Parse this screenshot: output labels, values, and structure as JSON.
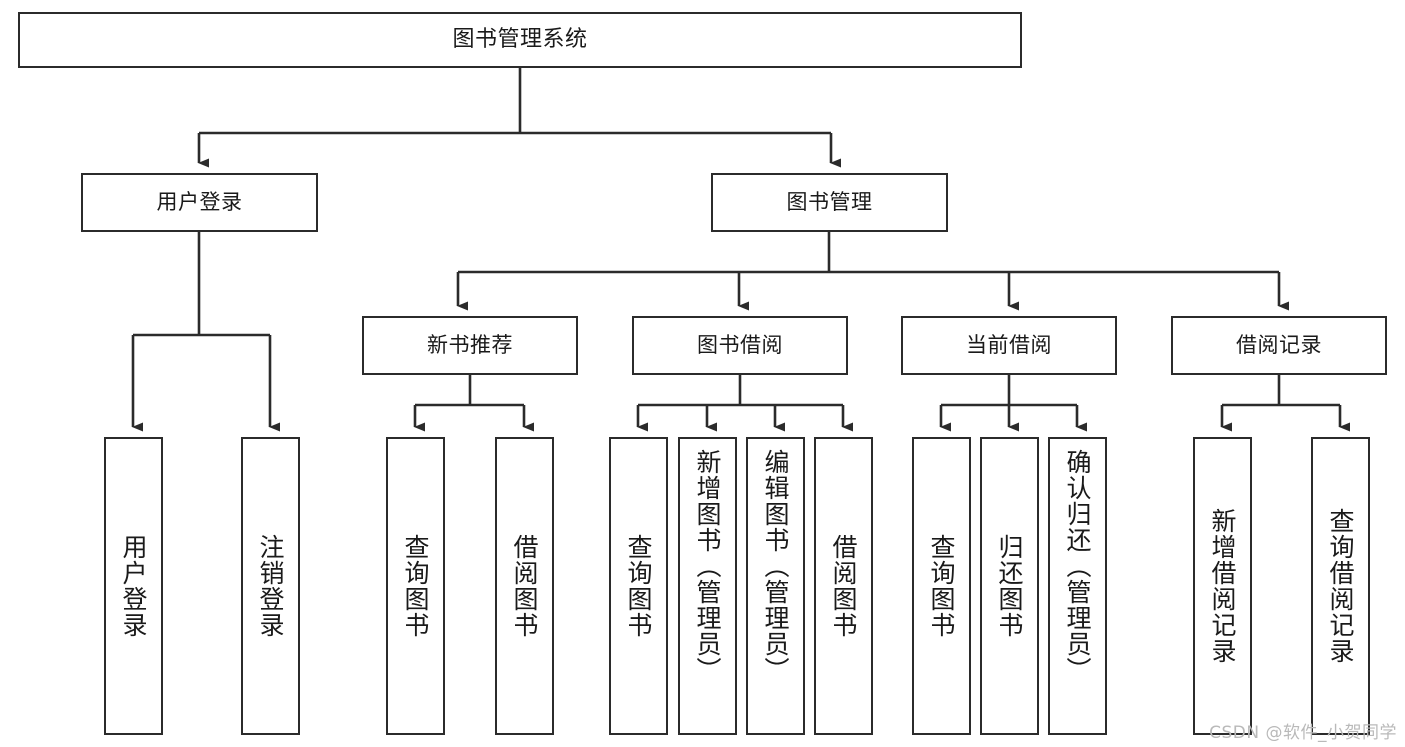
{
  "diagram": {
    "title": "图书管理系统",
    "type": "tree-hierarchy",
    "root": {
      "label": "图书管理系统"
    },
    "level2": [
      {
        "label": "用户登录"
      },
      {
        "label": "图书管理"
      }
    ],
    "level3": [
      {
        "label": "新书推荐"
      },
      {
        "label": "图书借阅"
      },
      {
        "label": "当前借阅"
      },
      {
        "label": "借阅记录"
      }
    ],
    "leaves": {
      "user_login": [
        {
          "label": "用户登录"
        },
        {
          "label": "注销登录"
        }
      ],
      "new_book_recommend": [
        {
          "label": "查询图书"
        },
        {
          "label": "借阅图书"
        }
      ],
      "book_borrow": [
        {
          "label": "查询图书"
        },
        {
          "label": "新增图书（管理员）"
        },
        {
          "label": "编辑图书（管理员）"
        },
        {
          "label": "借阅图书"
        }
      ],
      "current_borrow": [
        {
          "label": "查询图书"
        },
        {
          "label": "归还图书"
        },
        {
          "label": "确认归还（管理员）"
        }
      ],
      "borrow_records": [
        {
          "label": "新增借阅记录"
        },
        {
          "label": "查询借阅记录"
        }
      ]
    }
  },
  "watermark": {
    "text": "CSDN @软件_小贺同学"
  },
  "colors": {
    "stroke": "#2b2b2b",
    "fill": "#ffffff",
    "text": "#1a1a1a",
    "watermark": "#b9b9b9"
  }
}
